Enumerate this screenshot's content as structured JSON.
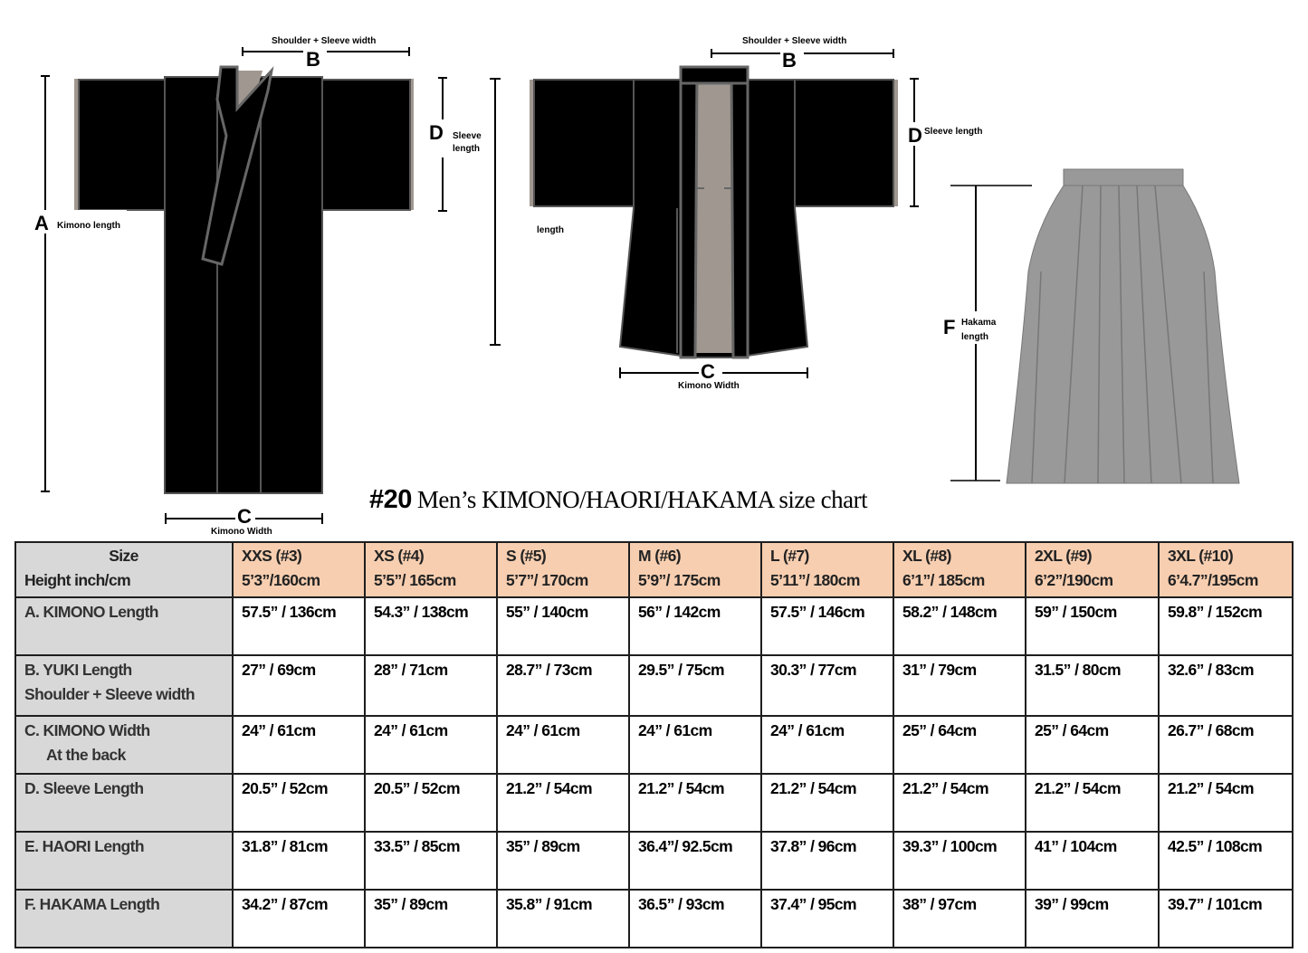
{
  "title": {
    "number": "#20",
    "text": "Men’s KIMONO/HAORI/HAKAMA size chart"
  },
  "diagram_labels": {
    "kimono": {
      "b_letter": "B",
      "b_text": "Shoulder + Sleeve width",
      "a_letter": "A",
      "a_text": "Kimono length",
      "d_letter": "D",
      "d_text_1": "Sleeve",
      "d_text_2": "length",
      "c_letter": "C",
      "c_text": "Kimono Width"
    },
    "haori": {
      "b_letter": "B",
      "b_text": "Shoulder + Sleeve width",
      "d_letter": "D",
      "d_text": "Sleeve length",
      "length_text": "length",
      "c_letter": "C",
      "c_text": "Kimono Width"
    },
    "hakama": {
      "f_letter": "F",
      "f_text_1": "Hakama",
      "f_text_2": "length"
    }
  },
  "colors": {
    "garment": "#000000",
    "lining": "#a09890",
    "hakama": "#999999",
    "header_bg": "#f7ceb0",
    "label_bg": "#d8d8d8"
  },
  "table": {
    "corner": {
      "line1": "Size",
      "line2": "Height inch/cm"
    },
    "sizes": [
      {
        "size": "XXS (#3)",
        "height": "5’3”/160cm"
      },
      {
        "size": "XS (#4)",
        "height": "5’5”/ 165cm"
      },
      {
        "size": "S (#5)",
        "height": "5’7”/ 170cm"
      },
      {
        "size": "M (#6)",
        "height": "5’9”/ 175cm"
      },
      {
        "size": "L (#7)",
        "height": "5’11”/ 180cm"
      },
      {
        "size": "XL (#8)",
        "height": "6’1”/ 185cm"
      },
      {
        "size": "2XL (#9)",
        "height": "6’2”/190cm"
      },
      {
        "size": "3XL (#10)",
        "height": "6’4.7”/195cm"
      }
    ],
    "rows": [
      {
        "label": "A.  KIMONO Length",
        "sub": "",
        "values": [
          "57.5” / 136cm",
          "54.3” / 138cm",
          "55” / 140cm",
          "56” / 142cm",
          "57.5” / 146cm",
          "58.2” / 148cm",
          "59” / 150cm",
          "59.8” / 152cm"
        ]
      },
      {
        "label": "B.  YUKI Length",
        "sub": "Shoulder + Sleeve width",
        "values": [
          "27” / 69cm",
          "28” / 71cm",
          "28.7” / 73cm",
          "29.5” / 75cm",
          "30.3” / 77cm",
          "31” / 79cm",
          "31.5” / 80cm",
          "32.6” / 83cm"
        ]
      },
      {
        "label": "C.  KIMONO Width",
        "sub": "At the back",
        "values": [
          "24” / 61cm",
          "24” / 61cm",
          "24” / 61cm",
          "24” / 61cm",
          "24” / 61cm",
          "25” / 64cm",
          "25” / 64cm",
          "26.7” / 68cm"
        ]
      },
      {
        "label": "D.  Sleeve Length",
        "sub": "",
        "values": [
          "20.5” / 52cm",
          "20.5” / 52cm",
          "21.2” / 54cm",
          "21.2” / 54cm",
          "21.2” / 54cm",
          "21.2” / 54cm",
          "21.2” / 54cm",
          "21.2” / 54cm"
        ]
      },
      {
        "label": "E.  HAORI Length",
        "sub": "",
        "values": [
          "31.8” / 81cm",
          "33.5” / 85cm",
          "35” / 89cm",
          "36.4”/ 92.5cm",
          "37.8” / 96cm",
          "39.3” / 100cm",
          "41” / 104cm",
          "42.5” / 108cm"
        ]
      },
      {
        "label": "F.  HAKAMA Length",
        "sub": "",
        "values": [
          "34.2” / 87cm",
          "35” / 89cm",
          "35.8” / 91cm",
          "36.5” / 93cm",
          "37.4” / 95cm",
          "38” / 97cm",
          "39” / 99cm",
          "39.7” / 101cm"
        ]
      }
    ]
  }
}
